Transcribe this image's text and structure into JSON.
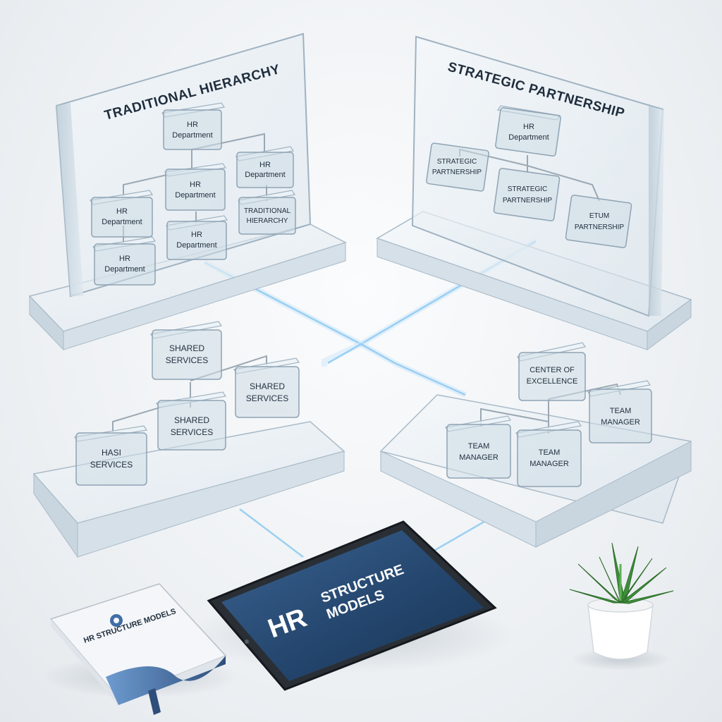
{
  "panels": {
    "traditional": {
      "title": "TRADITIONAL HIERARCHY",
      "nodes": [
        [
          "HR",
          "Department"
        ],
        [
          "HR",
          "Department"
        ],
        [
          "HR",
          "Department"
        ],
        [
          "HR",
          "Department"
        ],
        [
          "TRADITIONAL",
          "HIERARCHY"
        ],
        [
          "HR",
          "Department"
        ],
        [
          "HR",
          "Department"
        ]
      ]
    },
    "strategic": {
      "title": "STRATEGIC PARTNERSHIP",
      "nodes": [
        [
          "HR",
          "Department"
        ],
        [
          "STRATEGIC",
          "PARTNERSHIP"
        ],
        [
          "STRATEGIC",
          "PARTNERSHIP"
        ],
        [
          "ETUM",
          "PARTNERSHIP"
        ]
      ]
    },
    "shared": {
      "nodes": [
        [
          "SHARED",
          "SERVICES"
        ],
        [
          "SHARED",
          "SERVICES"
        ],
        [
          "SHARED",
          "SERVICES"
        ],
        [
          "HASI",
          "SERVICES"
        ]
      ]
    },
    "excellence": {
      "nodes": [
        [
          "CENTER OF",
          "EXCELLENCE"
        ],
        [
          "TEAM",
          "MANAGER"
        ],
        [
          "TEAM",
          "MANAGER"
        ],
        [
          "TEAM",
          "MANAGER"
        ]
      ]
    }
  },
  "tablet": {
    "line1": "HR",
    "line2": "STRUCTURE",
    "line3": "MODELS"
  },
  "book": {
    "title": "HR STRUCTURE MODELS"
  },
  "colors": {
    "glass_edge": "#8fa3b3",
    "glow": "#8cc9f2",
    "tablet_screen": "#23446b",
    "book_band": "#2f4e7a",
    "plant": "#3f8f3a"
  },
  "icons": {
    "book_logo": "gear-icon",
    "plant": "succulent-plant"
  }
}
